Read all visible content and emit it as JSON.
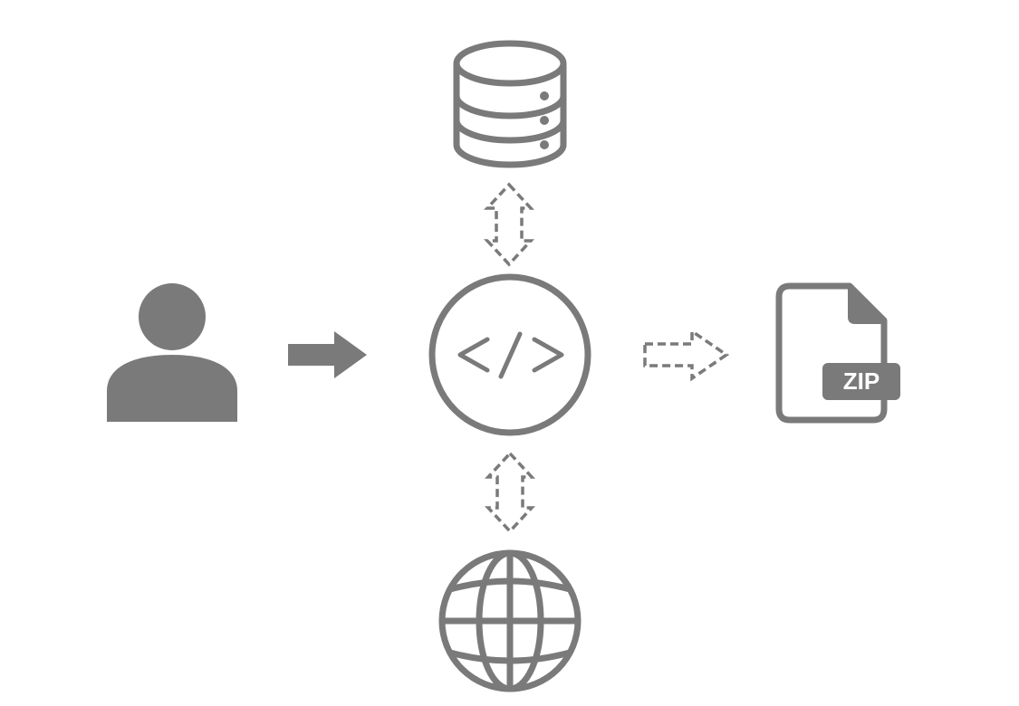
{
  "colors": {
    "icon": "#7a7a7a",
    "background": "#ffffff",
    "badge_text": "#ffffff"
  },
  "nodes": [
    {
      "id": "user",
      "icon": "user-icon"
    },
    {
      "id": "code",
      "icon": "code-icon"
    },
    {
      "id": "database",
      "icon": "database-icon"
    },
    {
      "id": "web",
      "icon": "globe-icon"
    },
    {
      "id": "zip-file",
      "icon": "zip-file-icon",
      "badge": "ZIP"
    }
  ],
  "edges": [
    {
      "from": "user",
      "to": "code",
      "style": "solid",
      "direction": "one-way"
    },
    {
      "from": "code",
      "to": "database",
      "style": "dashed",
      "direction": "two-way"
    },
    {
      "from": "code",
      "to": "web",
      "style": "dashed",
      "direction": "two-way"
    },
    {
      "from": "code",
      "to": "zip-file",
      "style": "dashed",
      "direction": "one-way"
    }
  ]
}
